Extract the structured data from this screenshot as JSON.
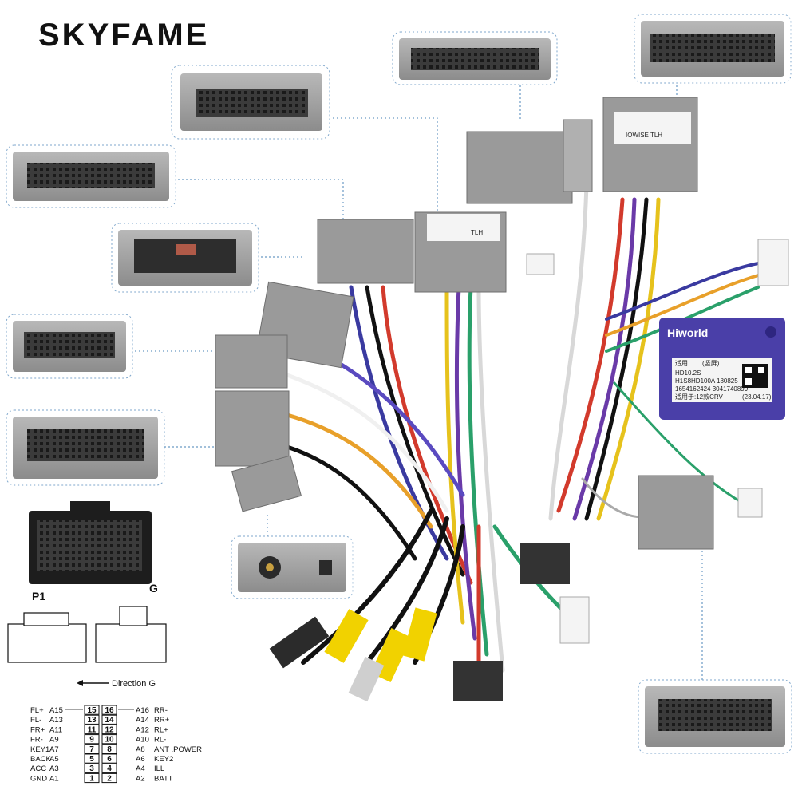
{
  "brand": "SKYFAME",
  "p1_label": "P1",
  "g_label": "G",
  "direction_label": "Direction G",
  "sticker_a": {
    "line1": "TLH"
  },
  "sticker_b": {
    "line1": "IOWISE TLH"
  },
  "module": {
    "brand": "Hiworld",
    "label1": "适用",
    "label1b": "(竖屏)",
    "model": "HD10.2S",
    "code": "H1S8HD100A",
    "date": "180825",
    "serial": "1654162424 3041740899",
    "fit": "适用于:12款CRV",
    "stamp": "(23.04.17)"
  },
  "pinout": {
    "left": [
      {
        "fn": "FL+",
        "pin": "A15",
        "n": "15"
      },
      {
        "fn": "FL-",
        "pin": "A13",
        "n": "13"
      },
      {
        "fn": "FR+",
        "pin": "A11",
        "n": "11"
      },
      {
        "fn": "FR-",
        "pin": "A9",
        "n": "9"
      },
      {
        "fn": "KEY1",
        "pin": "A7",
        "n": "7"
      },
      {
        "fn": "BACK",
        "pin": "A5",
        "n": "5"
      },
      {
        "fn": "ACC",
        "pin": "A3",
        "n": "3"
      },
      {
        "fn": "GND",
        "pin": "A1",
        "n": "1"
      }
    ],
    "right": [
      {
        "fn": "RR-",
        "pin": "A16",
        "n": "16"
      },
      {
        "fn": "RR+",
        "pin": "A14",
        "n": "14"
      },
      {
        "fn": "RL+",
        "pin": "A12",
        "n": "12"
      },
      {
        "fn": "RL-",
        "pin": "A10",
        "n": "10"
      },
      {
        "fn": "ANT .POWER",
        "pin": "A8",
        "n": "8"
      },
      {
        "fn": "KEY2",
        "pin": "A6",
        "n": "6"
      },
      {
        "fn": "ILL",
        "pin": "A4",
        "n": "4"
      },
      {
        "fn": "BATT",
        "pin": "A2",
        "n": "2"
      }
    ]
  },
  "colors": {
    "connector_gray": "#9a9a9a",
    "connector_dark": "#3a3a3a",
    "module_purple": "#4a3fa8",
    "leader_blue": "#6a9ac4"
  }
}
